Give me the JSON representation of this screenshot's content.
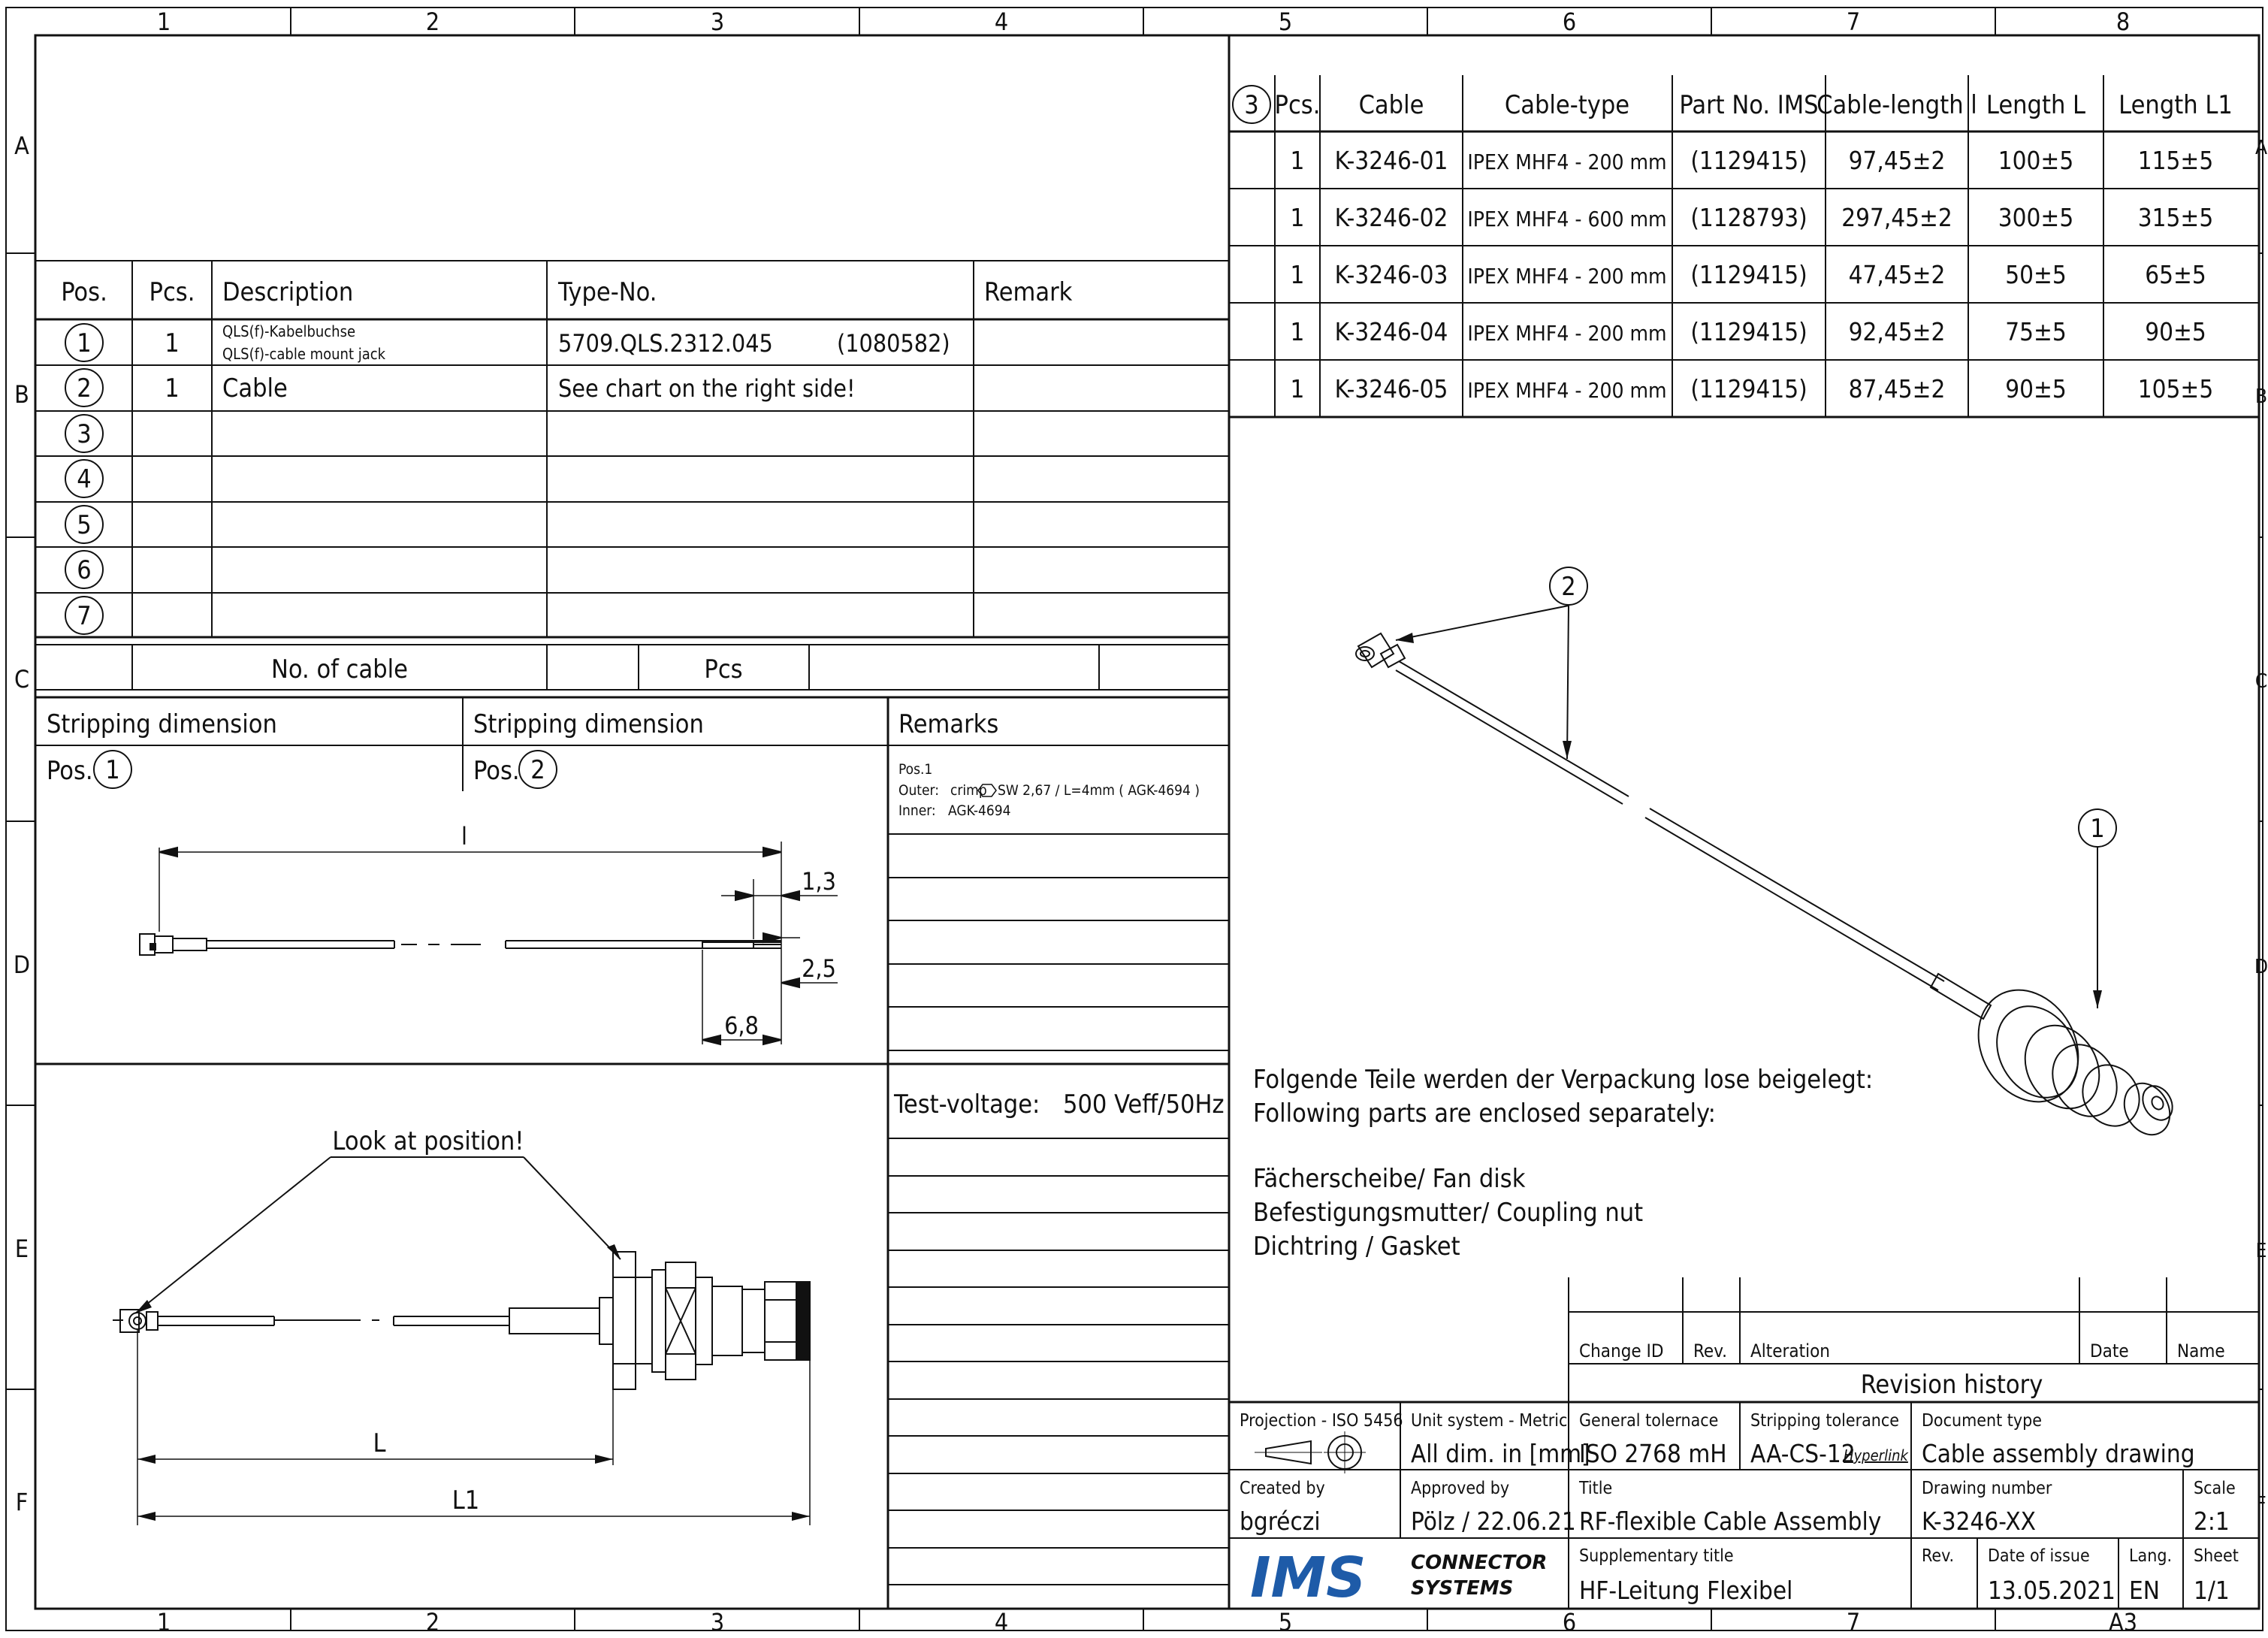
{
  "frame": {
    "col_numbers": [
      "1",
      "2",
      "3",
      "4",
      "5",
      "6",
      "7",
      "8"
    ],
    "row_letters": [
      "A",
      "B",
      "C",
      "D",
      "E",
      "F"
    ],
    "sheet_size": "A3"
  },
  "parts_list": {
    "headers": {
      "pos": "Pos.",
      "pcs": "Pcs.",
      "description": "Description",
      "type_no": "Type-No.",
      "remark": "Remark"
    },
    "rows": [
      {
        "pos": "1",
        "pcs": "1",
        "description": "QLS(f)-Kabelbuchse",
        "description2": "QLS(f)-cable mount jack",
        "type_no": "5709.QLS.2312.045",
        "ims_no": "(1080582)"
      },
      {
        "pos": "2",
        "pcs": "1",
        "description": "Cable",
        "type_no": "See chart on the right side!"
      },
      {
        "pos": "3"
      },
      {
        "pos": "4"
      },
      {
        "pos": "5"
      },
      {
        "pos": "6"
      },
      {
        "pos": "7"
      }
    ],
    "footer": {
      "no_of_cable": "No. of cable",
      "pcs": "Pcs"
    }
  },
  "cable_chart": {
    "pos": "3",
    "headers": {
      "pcs": "Pcs.",
      "cable": "Cable",
      "cable_type": "Cable-type",
      "part_no": "Part No. IMS",
      "cable_length": "Cable-length l",
      "length_L": "Length L",
      "length_L1": "Length L1"
    },
    "rows": [
      {
        "pcs": "1",
        "cable": "K-3246-01",
        "cable_type": "IPEX MHF4 - 200 mm",
        "part_no": "(1129415)",
        "cable_length": "97,45±2",
        "length_L": "100±5",
        "length_L1": "115±5"
      },
      {
        "pcs": "1",
        "cable": "K-3246-02",
        "cable_type": "IPEX MHF4 - 600 mm",
        "part_no": "(1128793)",
        "cable_length": "297,45±2",
        "length_L": "300±5",
        "length_L1": "315±5"
      },
      {
        "pcs": "1",
        "cable": "K-3246-03",
        "cable_type": "IPEX MHF4 - 200 mm",
        "part_no": "(1129415)",
        "cable_length": "47,45±2",
        "length_L": "50±5",
        "length_L1": "65±5"
      },
      {
        "pcs": "1",
        "cable": "K-3246-04",
        "cable_type": "IPEX MHF4 - 200 mm",
        "part_no": "(1129415)",
        "cable_length": "92,45±2",
        "length_L": "75±5",
        "length_L1": "90±5"
      },
      {
        "pcs": "1",
        "cable": "K-3246-05",
        "cable_type": "IPEX MHF4 - 200 mm",
        "part_no": "(1129415)",
        "cable_length": "87,45±2",
        "length_L": "90±5",
        "length_L1": "105±5"
      }
    ]
  },
  "stripping": {
    "title1": "Stripping dimension",
    "pos1_label": "Pos.",
    "pos1": "1",
    "title2": "Stripping dimension",
    "pos2_label": "Pos.",
    "pos2": "2",
    "dims": {
      "l": "l",
      "d1": "1,3",
      "d2": "2,5",
      "d3": "6,8"
    }
  },
  "remarks": {
    "title": "Remarks",
    "line1": "Pos.1",
    "outer_label": "Outer:",
    "outer_text": "crimp",
    "outer_text2": "SW 2,67 / L=4mm ( AGK-4694 )",
    "inner_label": "Inner:",
    "inner_text": "AGK-4694"
  },
  "test_voltage": {
    "label": "Test-voltage:",
    "value": "500 Veff/50Hz"
  },
  "side_view": {
    "callout": "Look at position!",
    "dim_L": "L",
    "dim_L1": "L1"
  },
  "iso_view": {
    "callout1": "1",
    "callout2": "2"
  },
  "notes": {
    "line1": "Folgende Teile werden der Verpackung lose beigelegt:",
    "line2": "Following parts are enclosed separately:",
    "item1": "Fächerscheibe/ Fan disk",
    "item2": "Befestigungsmutter/ Coupling nut",
    "item3": "Dichtring / Gasket"
  },
  "revision": {
    "change_id": "Change ID",
    "rev": "Rev.",
    "alteration": "Alteration",
    "date": "Date",
    "name": "Name",
    "title": "Revision history"
  },
  "title_block": {
    "projection_label": "Projection - ISO 5456",
    "unit_label": "Unit system - Metric",
    "unit_value": "All dim. in [mm]",
    "gen_tol_label": "General tolernace",
    "gen_tol_value": "ISO 2768 mH",
    "strip_tol_label": "Stripping tolerance",
    "strip_tol_value": "AA-CS-12",
    "strip_tol_link": "Hyperlink",
    "doc_type_label": "Document type",
    "doc_type_value": "Cable assembly drawing",
    "created_label": "Created by",
    "created_value": "bgréczi",
    "approved_label": "Approved by",
    "approved_value": "Pölz / 22.06.21",
    "title_label": "Title",
    "title_value": "RF-flexible Cable Assembly",
    "drawing_no_label": "Drawing number",
    "drawing_no_value": "K-3246-XX",
    "scale_label": "Scale",
    "scale_value": "2:1",
    "logo_text": "IMS",
    "logo_sub1": "CONNECTOR",
    "logo_sub2": "SYSTEMS",
    "supp_label": "Supplementary title",
    "supp_value": "HF-Leitung Flexibel",
    "rev_label": "Rev.",
    "issue_label": "Date of issue",
    "issue_value": "13.05.2021",
    "lang_label": "Lang.",
    "lang_value": "EN",
    "sheet_label": "Sheet",
    "sheet_value": "1/1"
  }
}
